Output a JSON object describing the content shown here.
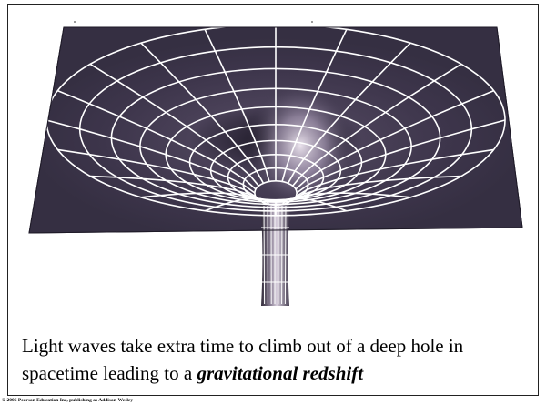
{
  "caption": {
    "text_before": "Light waves take extra time to climb out of a deep hole in spacetime leading to a ",
    "emphasis": "gravitational redshift"
  },
  "copyright": "© 2006 Pearson Education Inc, publishing as Addison-Wesley",
  "colors": {
    "sheet": "#3a3348",
    "grid": "#ffffff",
    "glow": "#e8dcef"
  }
}
